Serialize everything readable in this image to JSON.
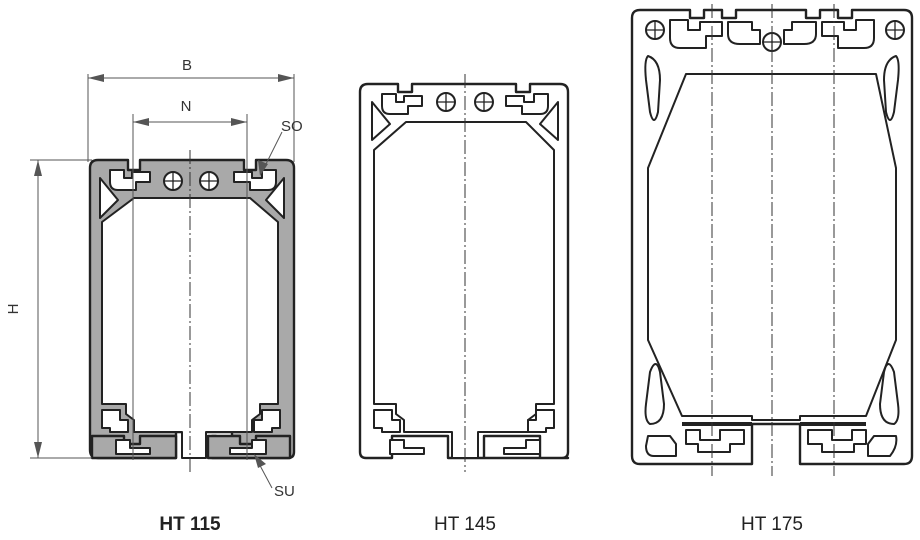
{
  "profiles": [
    {
      "caption": "HT 115",
      "caption_bold": true
    },
    {
      "caption": "HT 145",
      "caption_bold": false
    },
    {
      "caption": "HT 175",
      "caption_bold": false
    }
  ],
  "dimensions": {
    "width": "B",
    "slot_spacing": "N",
    "height": "H",
    "slot_top": "SO",
    "slot_bottom": "SU"
  },
  "colors": {
    "line": "#222222",
    "highlight_fill": "#a9a9a9",
    "background": "#ffffff"
  }
}
